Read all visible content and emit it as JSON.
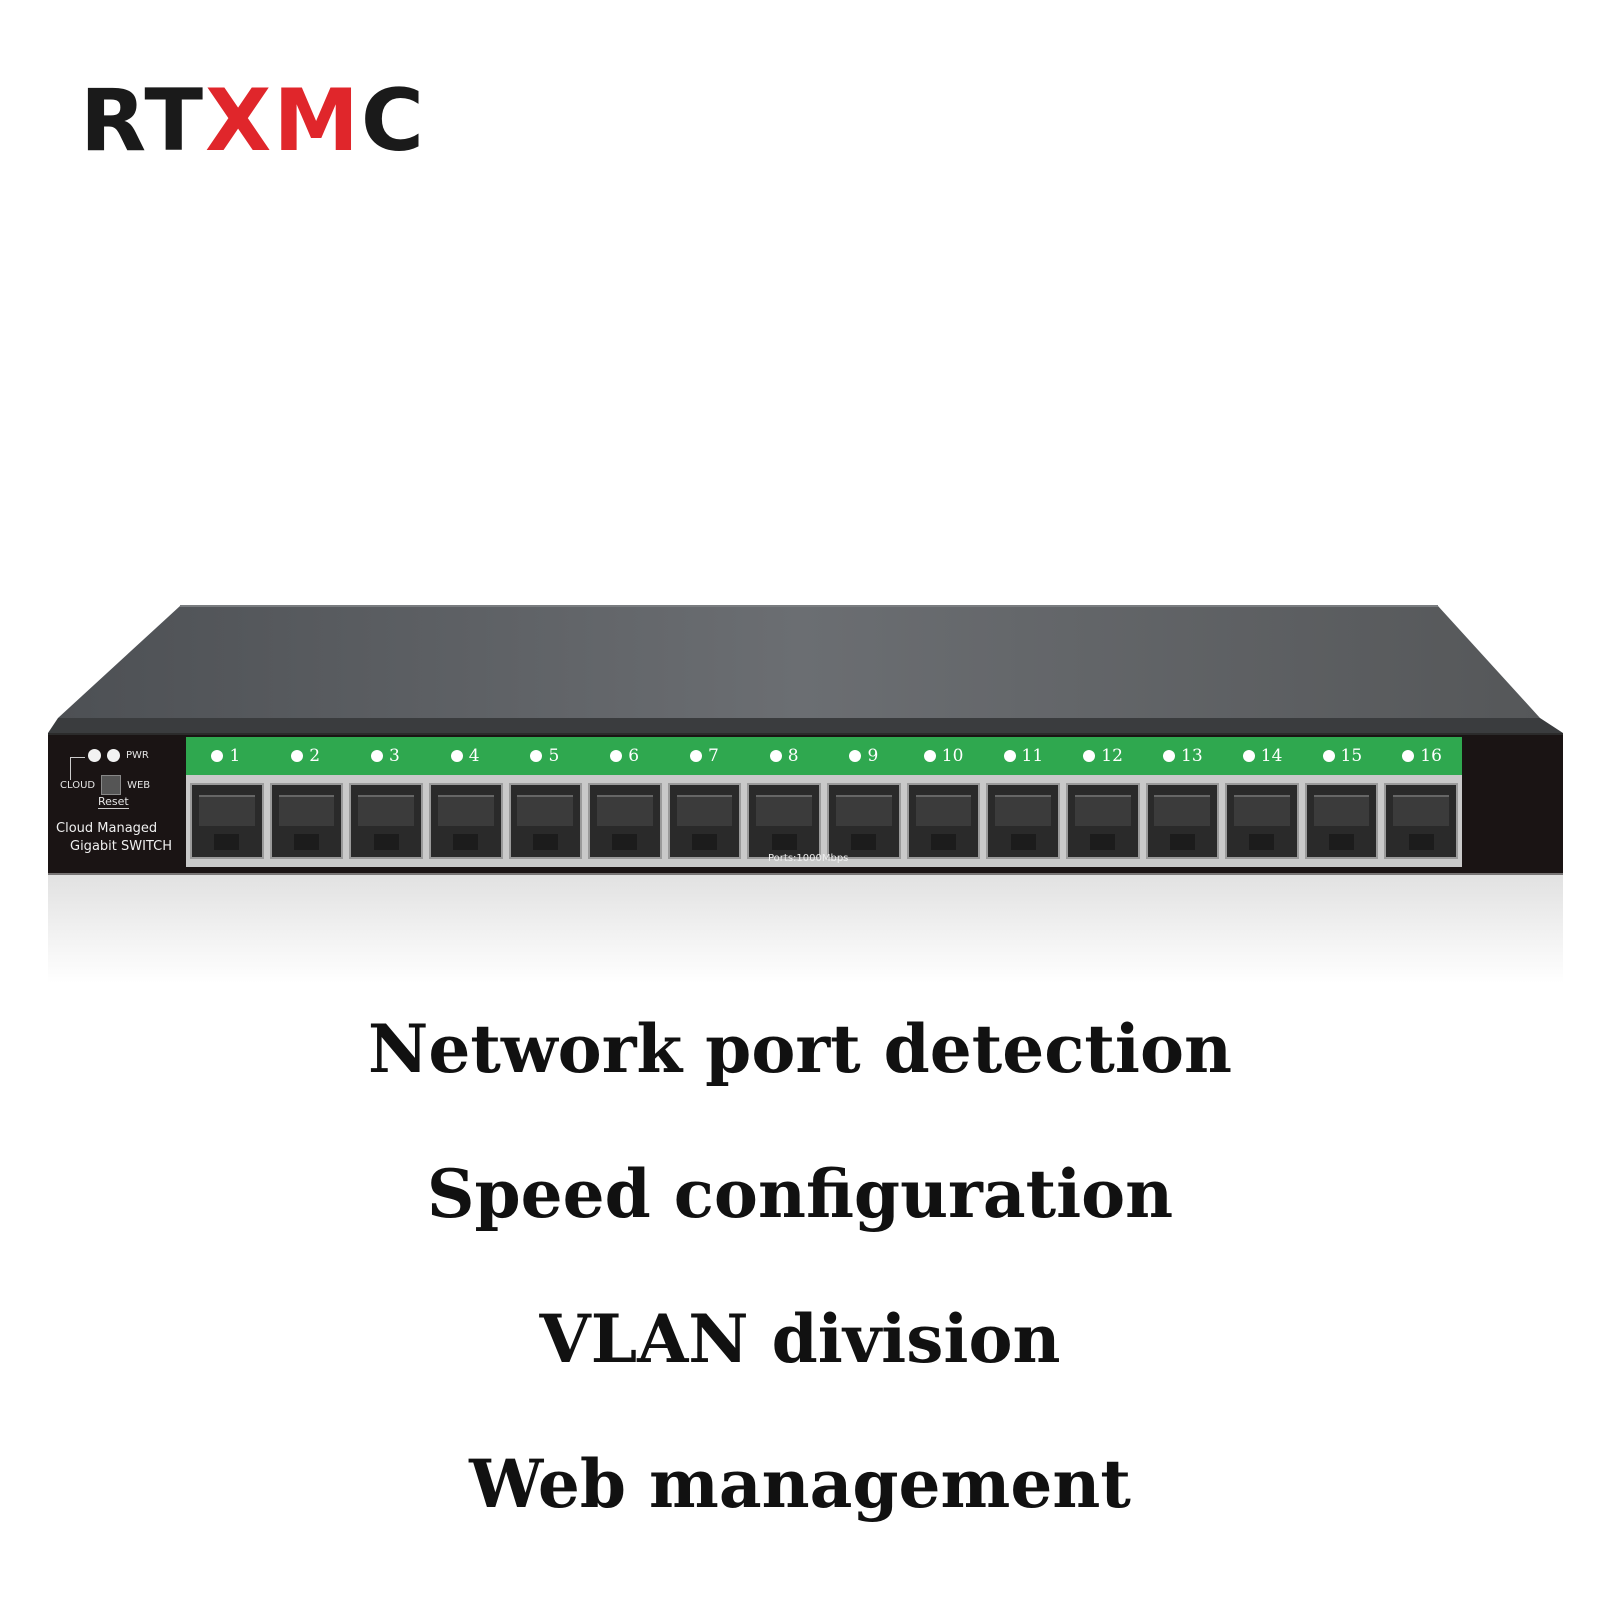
{
  "logo": {
    "part1": "RT",
    "part2": "XM",
    "part3": "C"
  },
  "device": {
    "leds": {
      "pwr": "PWR"
    },
    "mode_switch": {
      "left": "CLOUD",
      "right": "WEB"
    },
    "reset": "Reset",
    "brand_line1": "Cloud Managed",
    "brand_line2": "Gigabit SWITCH",
    "speed_label": "Ports:1000Mbps",
    "ports": [
      "1",
      "2",
      "3",
      "4",
      "5",
      "6",
      "7",
      "8",
      "9",
      "10",
      "11",
      "12",
      "13",
      "14",
      "15",
      "16"
    ],
    "colors": {
      "accent": "#2fa84f",
      "body": "#1a1414",
      "top": "#5a5d62"
    }
  },
  "features": [
    "Network port detection",
    "Speed configuration",
    "VLAN division",
    "Web management"
  ]
}
